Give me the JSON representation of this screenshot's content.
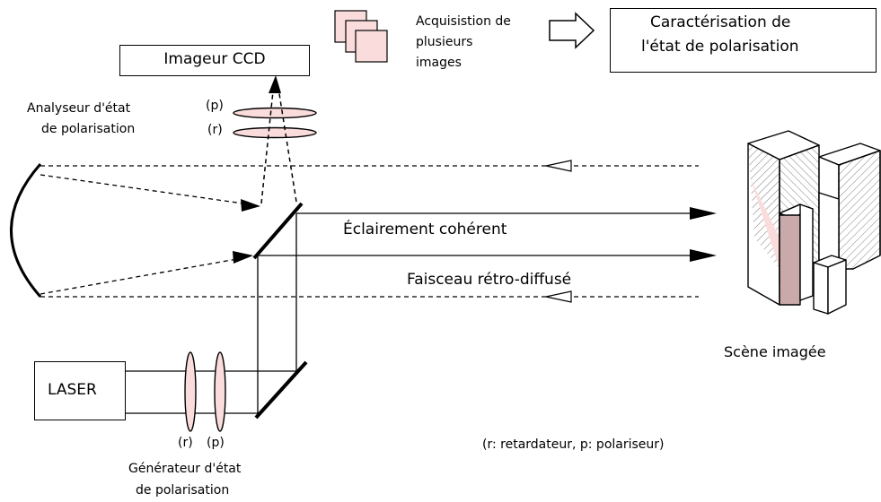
{
  "ccd_imager": "Imageur CCD",
  "acquisition": [
    "Acquisistion de",
    "plusieurs",
    "images"
  ],
  "characterization": [
    "Caractérisation de",
    "l'état de polarisation"
  ],
  "analyzer": [
    "Analyseur d'état",
    "de polarisation"
  ],
  "analyzer_p": "(p)",
  "analyzer_r": "(r)",
  "coherent_illumination": "Éclairement cohérent",
  "backscattered_beam": "Faisceau rétro-diffusé",
  "laser": "LASER",
  "generator_r": "(r)",
  "generator_p": "(p)",
  "generator": [
    "Générateur d'état",
    "de polarisation"
  ],
  "scene": "Scène imagée",
  "legend_note": "(r: retardateur, p: polariseur)",
  "colors": {
    "optic_fill": "#fbdcdc",
    "block_fill": "#c9a9a9",
    "line": "#000000"
  }
}
